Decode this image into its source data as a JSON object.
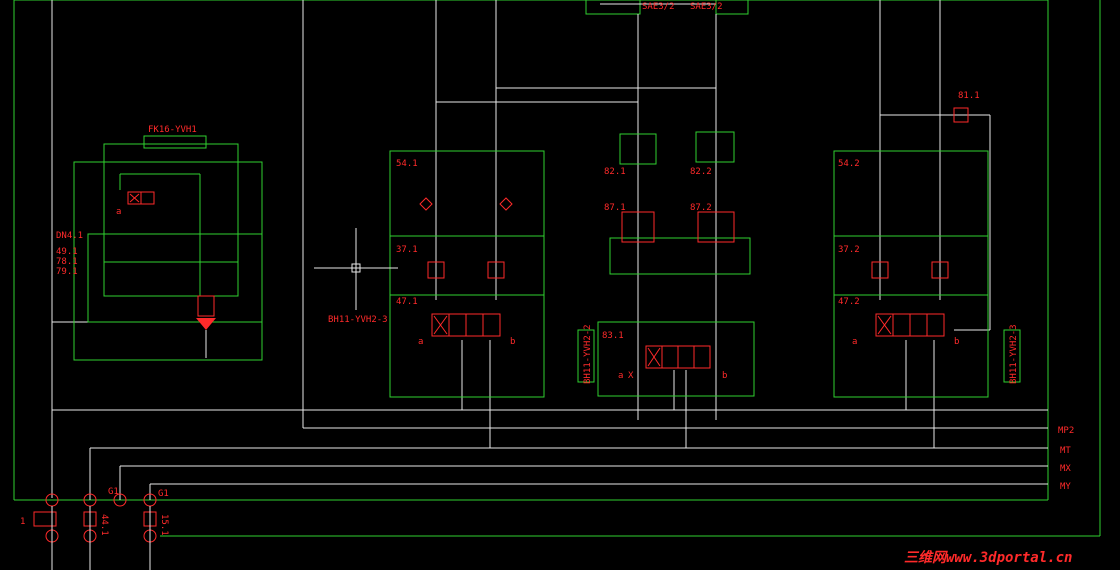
{
  "labels": {
    "fk16": "FK16-YVH1",
    "bh11_left": "BH11-YVH2-3",
    "bh11_mid": "BH11-YVH2-2",
    "bh11_right": "BH11-YVH2-3",
    "dn41": "DN4.1",
    "l491": "49.1",
    "l781": "78.1",
    "l791": "79.1",
    "l541": "54.1",
    "l371": "37.1",
    "l471": "47.1",
    "l542": "54.2",
    "l372": "37.2",
    "l472": "47.2",
    "l821": "82.1",
    "l822": "82.2",
    "l871": "87.1",
    "l872": "87.2",
    "l831": "83.1",
    "l811": "81.1",
    "a1": "a",
    "b1": "b",
    "a2": "a",
    "b2": "b",
    "a3": "a",
    "b3": "b",
    "a4": "a",
    "x1": "X",
    "mp2": "MP2",
    "mt": "MT",
    "mx": "MX",
    "my": "MY",
    "g1a": "G1",
    "g1b": "G1",
    "l1": "1",
    "l441": "44.1",
    "l151": "15.1",
    "top_sae1": "SAE3/2",
    "top_sae2": "SAE3/2"
  },
  "watermark": "三维网www.3dportal.cn",
  "colors": {
    "background": "#000000",
    "lines": "#e8e8e8",
    "boxes": "#2fd12f",
    "symbols": "#ff2a2a"
  }
}
